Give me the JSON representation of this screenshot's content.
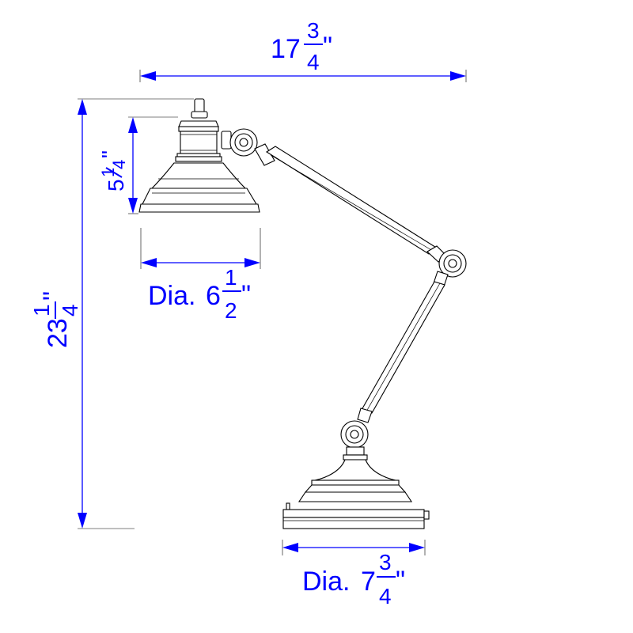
{
  "dimensions": {
    "width": {
      "whole": "17",
      "num": "3",
      "den": "4",
      "unit": "\""
    },
    "height": {
      "whole": "23",
      "num": "1",
      "den": "4",
      "unit": "\""
    },
    "shade_height": {
      "whole": "5",
      "num": "1",
      "den": "4",
      "unit": "\""
    },
    "shade_diameter": {
      "prefix": "Dia.",
      "whole": "6",
      "num": "1",
      "den": "2",
      "unit": "\""
    },
    "base_diameter": {
      "prefix": "Dia.",
      "whole": "7",
      "num": "3",
      "den": "4",
      "unit": "\""
    }
  },
  "colors": {
    "dimension": "#0000ff",
    "drawing": "#000000",
    "background": "#ffffff"
  }
}
